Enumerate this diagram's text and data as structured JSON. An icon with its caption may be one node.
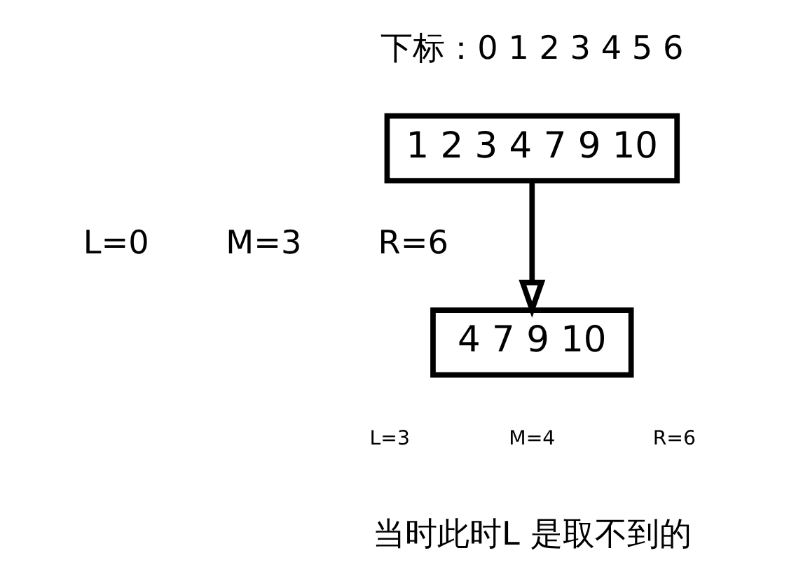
{
  "diagram": {
    "nodes": [
      {
        "text": [
          "1 2 3 4 7 9 10"
        ]
      },
      {
        "text": [
          "4 7 9 10"
        ]
      }
    ],
    "edges": [
      {
        "from": 0,
        "to": 1,
        "arrow": "to"
      }
    ],
    "labels": [
      "下标：0 1 2 3 4 5 6",
      "L=0",
      "M=3",
      "R=6",
      "L=3",
      "M=4",
      "R=6",
      "当时此时L 是取不到的"
    ]
  }
}
